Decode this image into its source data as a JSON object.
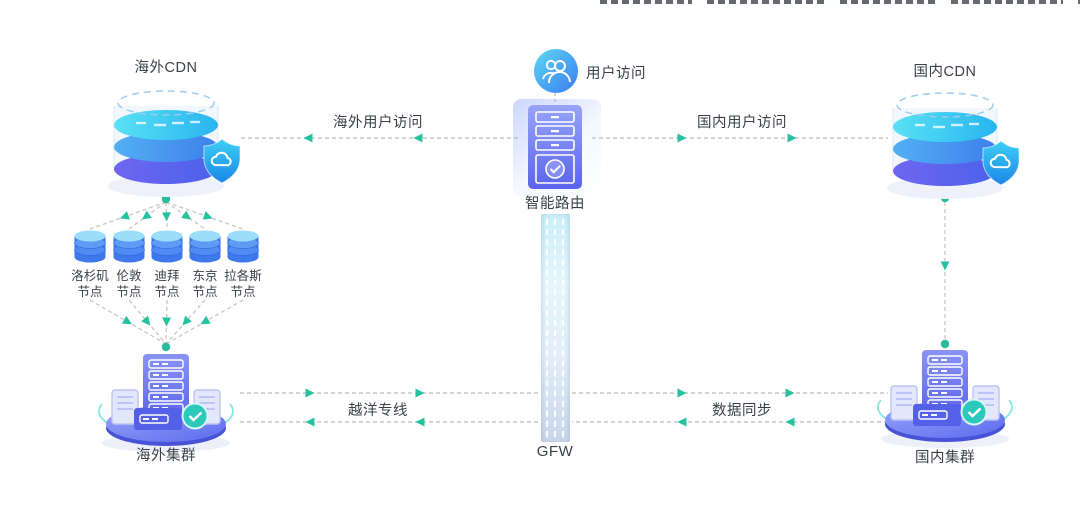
{
  "colors": {
    "accent_teal": "#25C29F",
    "link_dash_gray": "#C6C6C6",
    "node_dash_gray": "#CCC5C1",
    "text_dark": "#3A3F47",
    "cdn_cyan": "#2FBDF1",
    "cdn_indigo": "#5263EA",
    "gfw_wall_blue": "#D9EDF8"
  },
  "nodes": {
    "overseas_cdn": {
      "label": "海外CDN"
    },
    "domestic_cdn": {
      "label": "国内CDN"
    },
    "user_access": {
      "label": "用户访问"
    },
    "smart_router": {
      "label": "智能路由"
    },
    "gfw": {
      "label": "GFW"
    },
    "overseas_cluster": {
      "label": "海外集群"
    },
    "domestic_cluster": {
      "label": "国内集群"
    },
    "edge_nodes": [
      {
        "city": "洛杉矶",
        "type": "节点"
      },
      {
        "city": "伦敦",
        "type": "节点"
      },
      {
        "city": "迪拜",
        "type": "节点"
      },
      {
        "city": "东京",
        "type": "节点"
      },
      {
        "city": "拉各斯",
        "type": "节点"
      }
    ]
  },
  "links": {
    "overseas_user_access": {
      "label": "海外用户访问"
    },
    "domestic_user_access": {
      "label": "国内用户访问"
    },
    "trans_ocean_line": {
      "label": "越洋专线"
    },
    "data_sync": {
      "label": "数据同步"
    }
  }
}
